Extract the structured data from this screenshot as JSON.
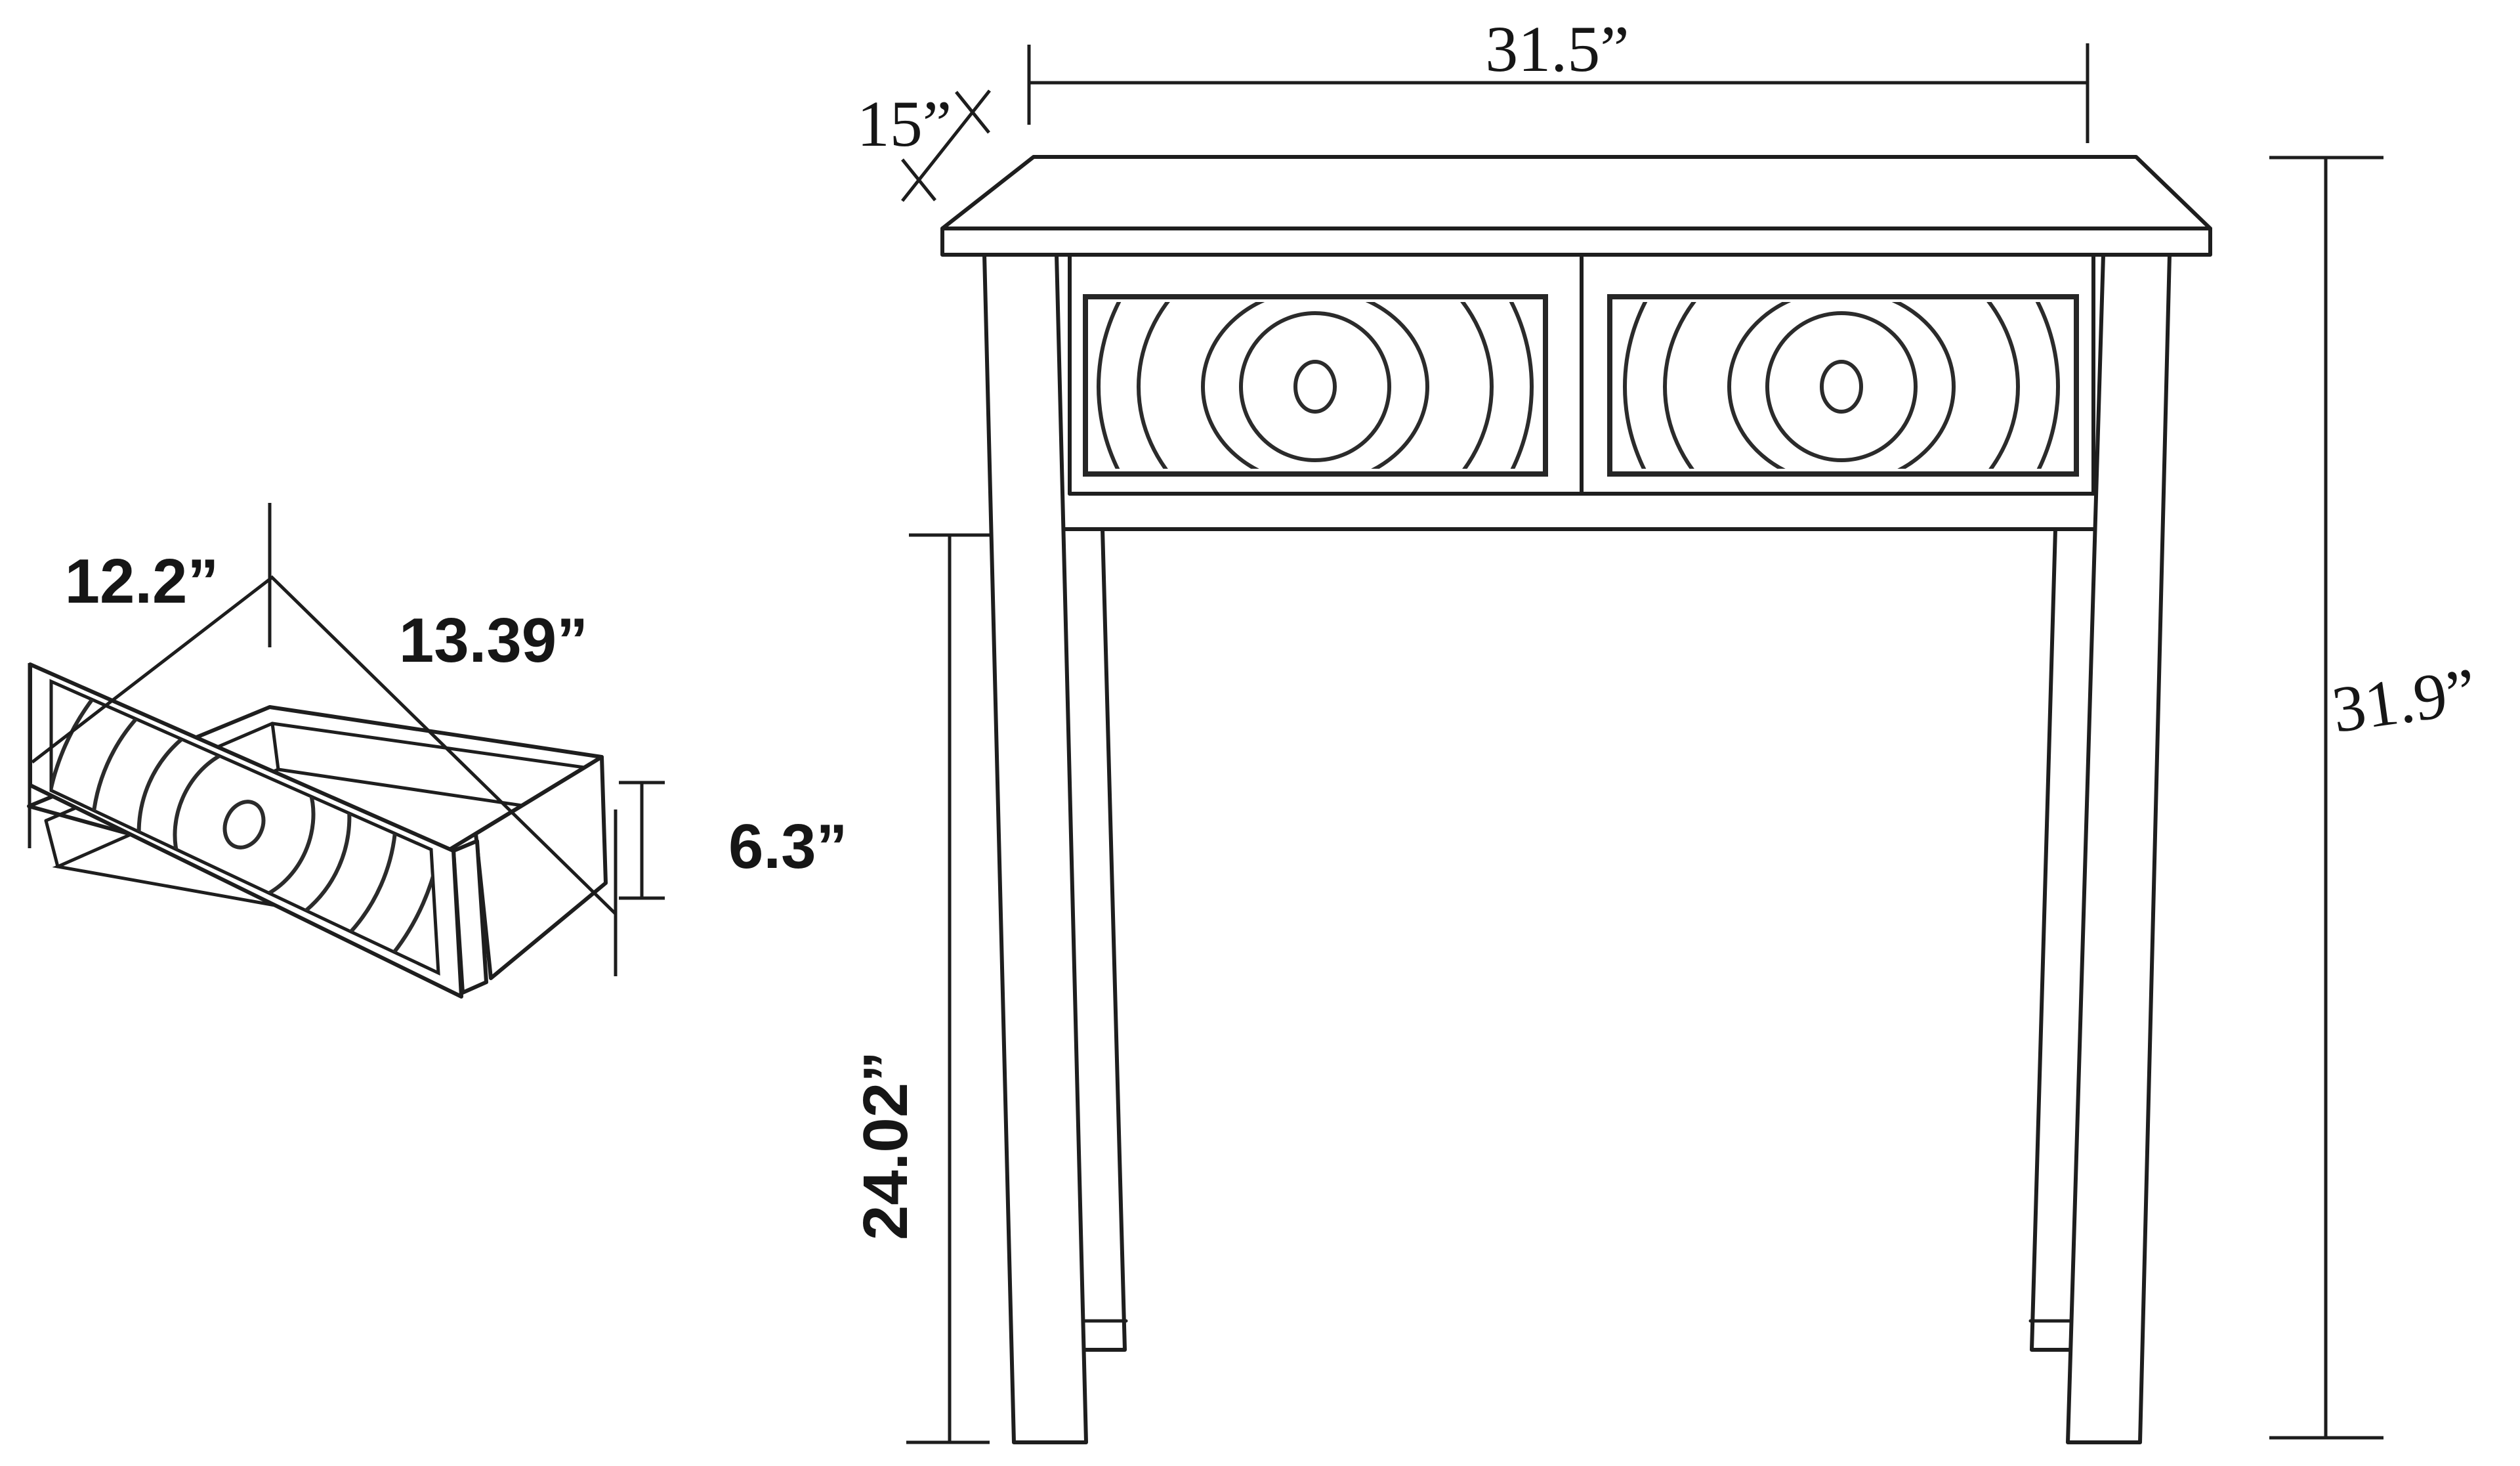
{
  "diagram": {
    "kind": "furniture-dimension-line-drawing",
    "product": "two-drawer console table with concentric-circle drawer fronts",
    "background_color": "#ffffff",
    "line_color": "#1e1e1e",
    "views": {
      "table_front_elevation": {
        "description": "console table front view with two patterned drawers",
        "top_width": {
          "value": 31.5,
          "unit": "in",
          "label": "31.5”"
        },
        "top_depth": {
          "value": 15,
          "unit": "in",
          "label": "15”"
        },
        "overall_height": {
          "value": 31.9,
          "unit": "in",
          "label": "31.9”"
        },
        "leg_height": {
          "value": 24.02,
          "unit": "in",
          "label": "24.02”"
        }
      },
      "drawer_detail": {
        "description": "isometric open drawer box with patterned front",
        "width": {
          "value": 12.2,
          "unit": "in",
          "label": "12.2”"
        },
        "depth": {
          "value": 13.39,
          "unit": "in",
          "label": "13.39”"
        },
        "height": {
          "value": 6.3,
          "unit": "in",
          "label": "6.3”"
        }
      }
    }
  }
}
